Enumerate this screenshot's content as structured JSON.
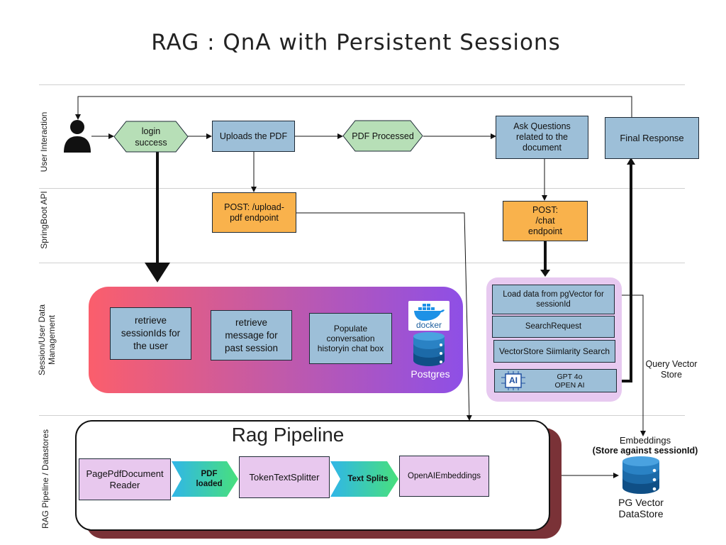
{
  "title": "RAG : QnA with Persistent Sessions",
  "lanes": {
    "user_interaction": "User Interaction",
    "springboot_api": "SpringBoot API",
    "session_data": "Session/User Data Management",
    "rag_pipeline": "RAG Pipeline / Datastores"
  },
  "user_row": {
    "login": "login success",
    "upload": "Uploads the PDF",
    "processed": "PDF Processed",
    "ask": "Ask Questions related to the document",
    "final": "Final Response"
  },
  "api_row": {
    "upload_endpoint": "POST: /upload-pdf endpoint",
    "chat_endpoint": "POST: /chat endpoint"
  },
  "session_panel": {
    "retrieve_ids": "retrieve sessionIds for the user",
    "retrieve_msgs": "retrieve message for past session",
    "populate": "Populate conversation historyin chat box",
    "docker_label": "docker",
    "postgres_label": "Postgres"
  },
  "chat_flow": {
    "load_data": "Load data from pgVector for sessionId",
    "search_request": "SearchRequest",
    "similarity": "VectorStore Siimlarity Search",
    "gpt_line1": "GPT 4o",
    "gpt_line2": "OPEN AI",
    "ai_badge": "AI"
  },
  "query_label": "Query Vector Store",
  "rag_panel": {
    "title": "Rag Pipeline",
    "reader": "PagePdfDocument Reader",
    "pdf_loaded": "PDF loaded",
    "splitter": "TokenTextSplitter",
    "text_splits": "Text Splits",
    "embeddings_step": "OpenAIEmbeddings"
  },
  "embeddings_label": {
    "line1": "Embeddings",
    "line2": "(Store against sessionId)"
  },
  "pg_vector": "PG Vector DataStore",
  "colors": {
    "blue_box": "#9dbfd8",
    "green_hex": "#b7dfb7",
    "orange_box": "#f9b24c",
    "purple_box": "#e8c8ee",
    "gradient_start": "#fb5e6c",
    "gradient_end": "#8e4fe6",
    "rag_shadow": "#7a3237",
    "db_blue": "#1c6aa8"
  }
}
